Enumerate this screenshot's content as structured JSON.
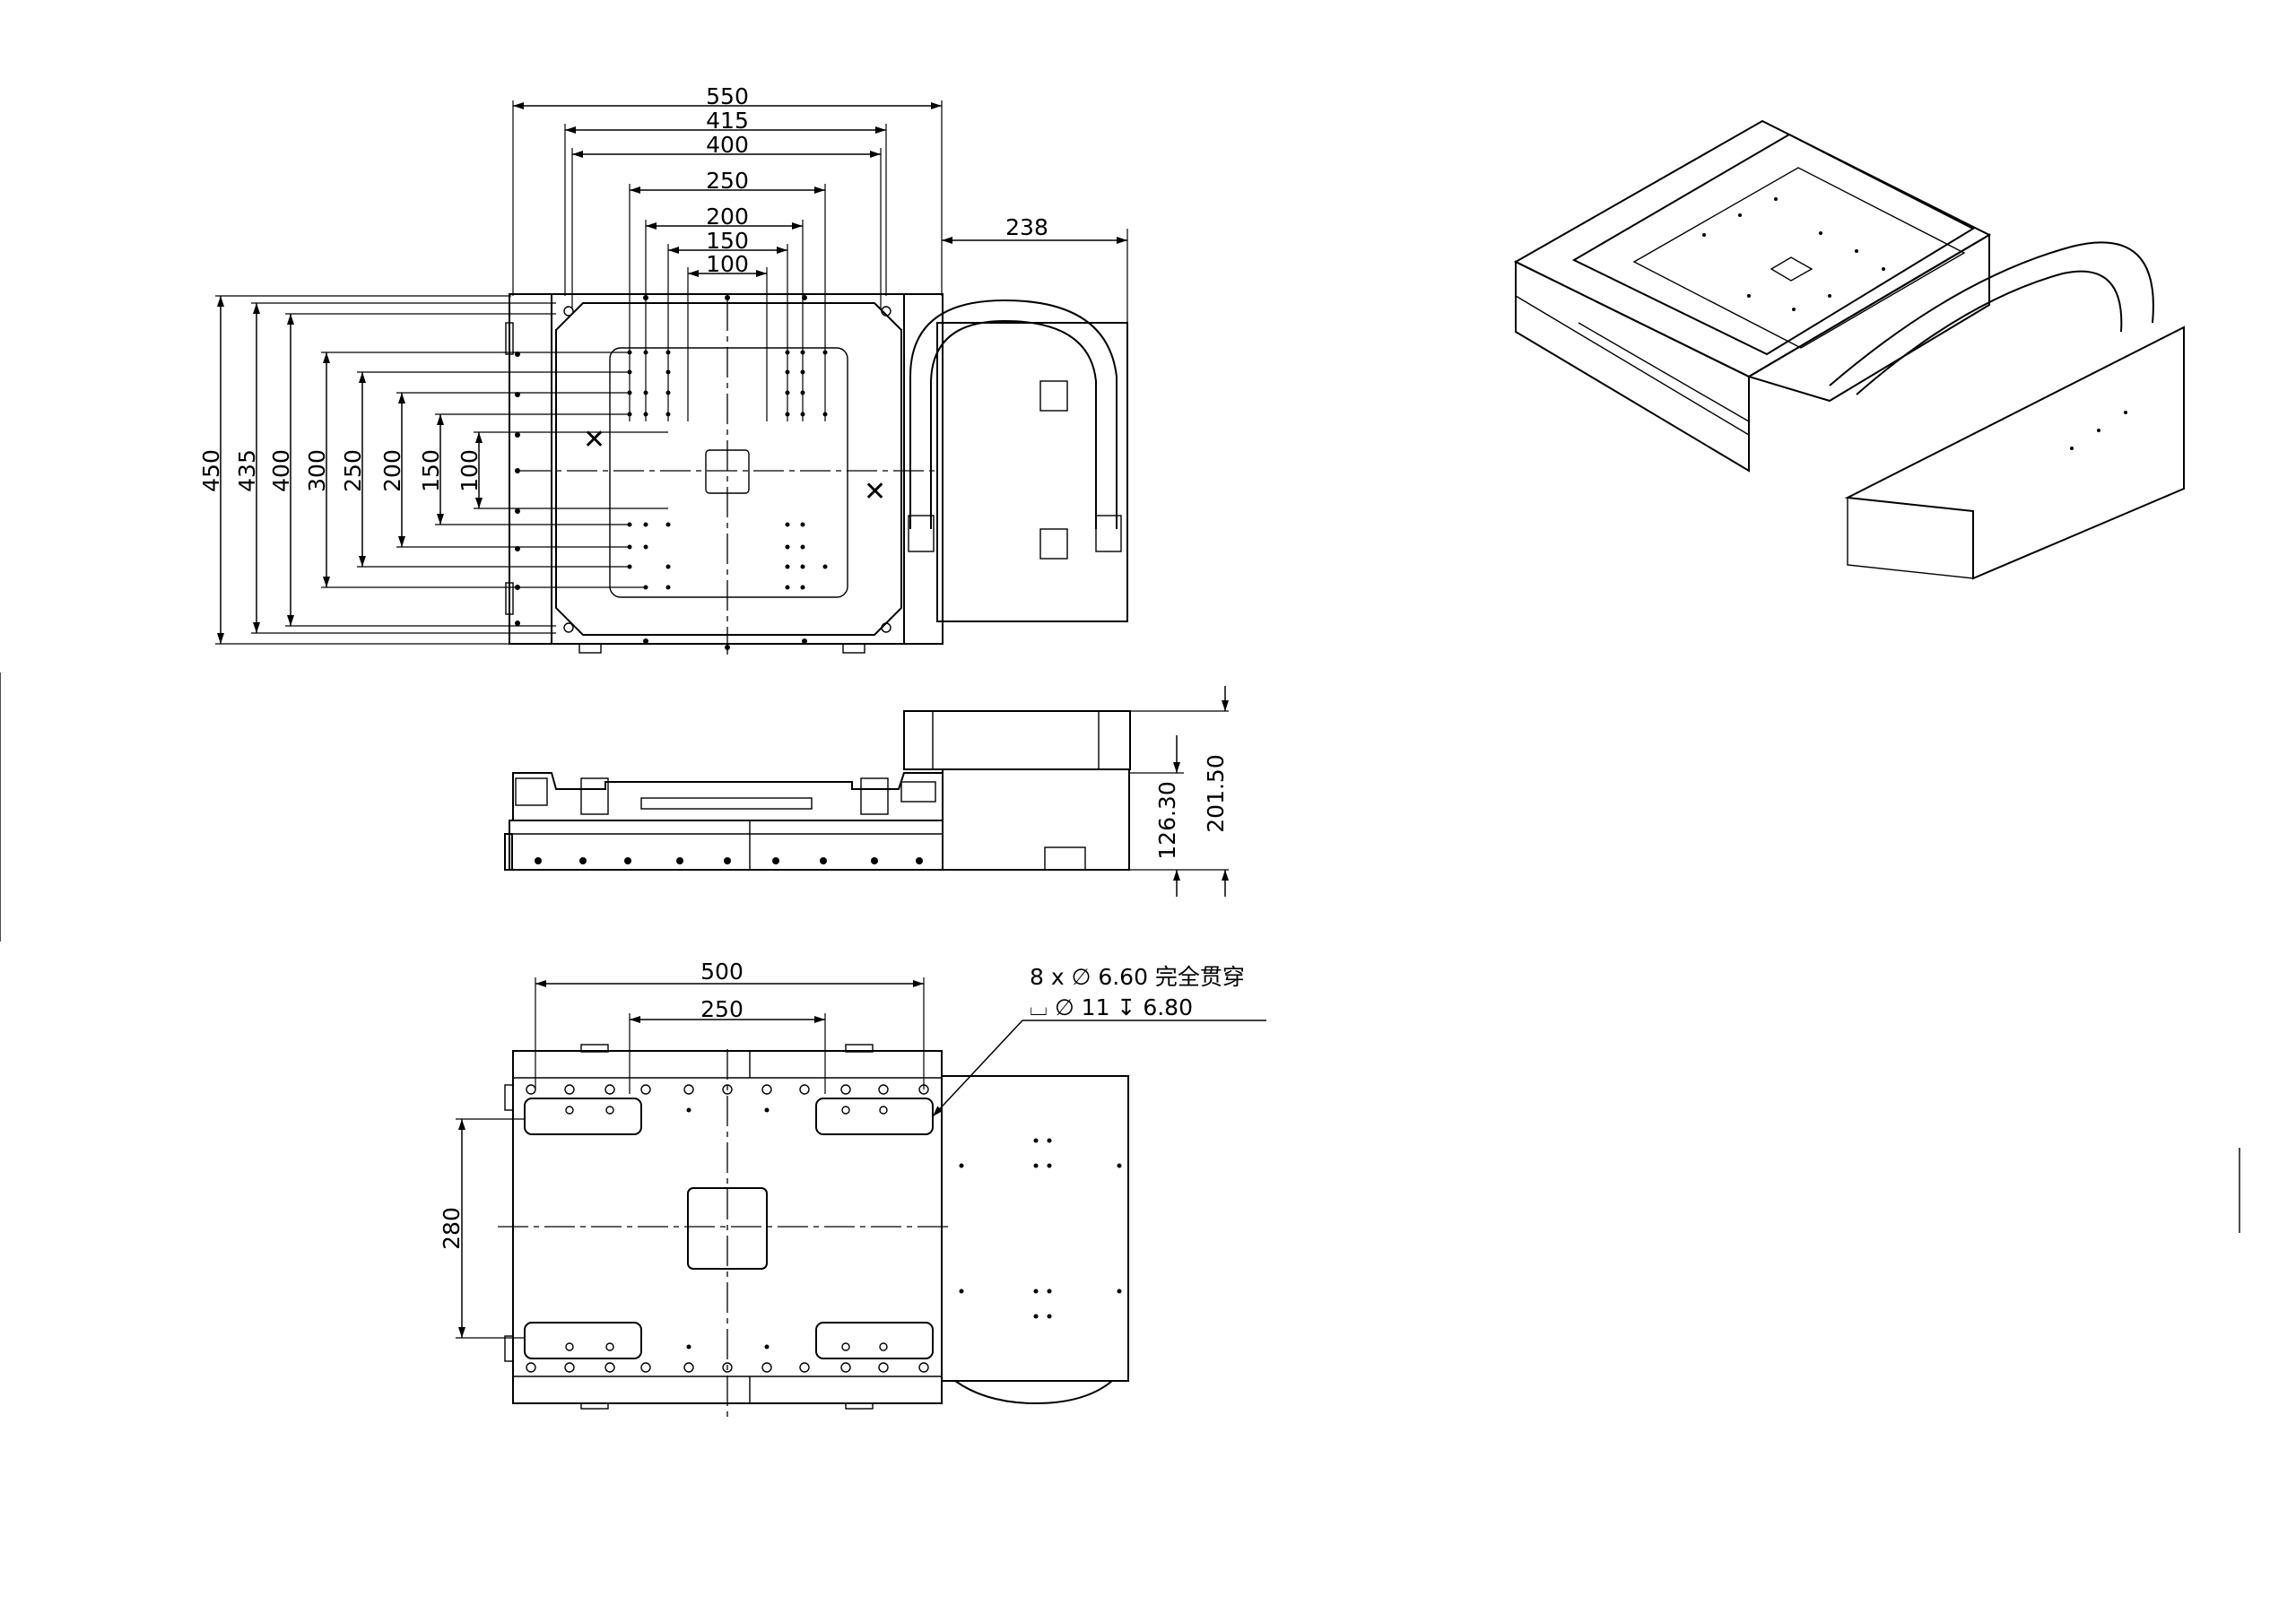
{
  "top_view": {
    "dims_horizontal": [
      "550",
      "415",
      "400",
      "250",
      "200",
      "150",
      "100",
      "238"
    ],
    "dims_vertical": [
      "450",
      "435",
      "400",
      "300",
      "250",
      "200",
      "150",
      "100"
    ]
  },
  "side_view": {
    "dims_vertical": [
      "126.30",
      "201.50"
    ]
  },
  "bottom_view": {
    "dims_horizontal": [
      "500",
      "250"
    ],
    "dims_vertical": [
      "280"
    ],
    "callout_line1": "8 x ∅ 6.60 完全贯穿",
    "callout_line2": "⌴ ∅ 11 ↧ 6.80"
  },
  "iso_view": {}
}
